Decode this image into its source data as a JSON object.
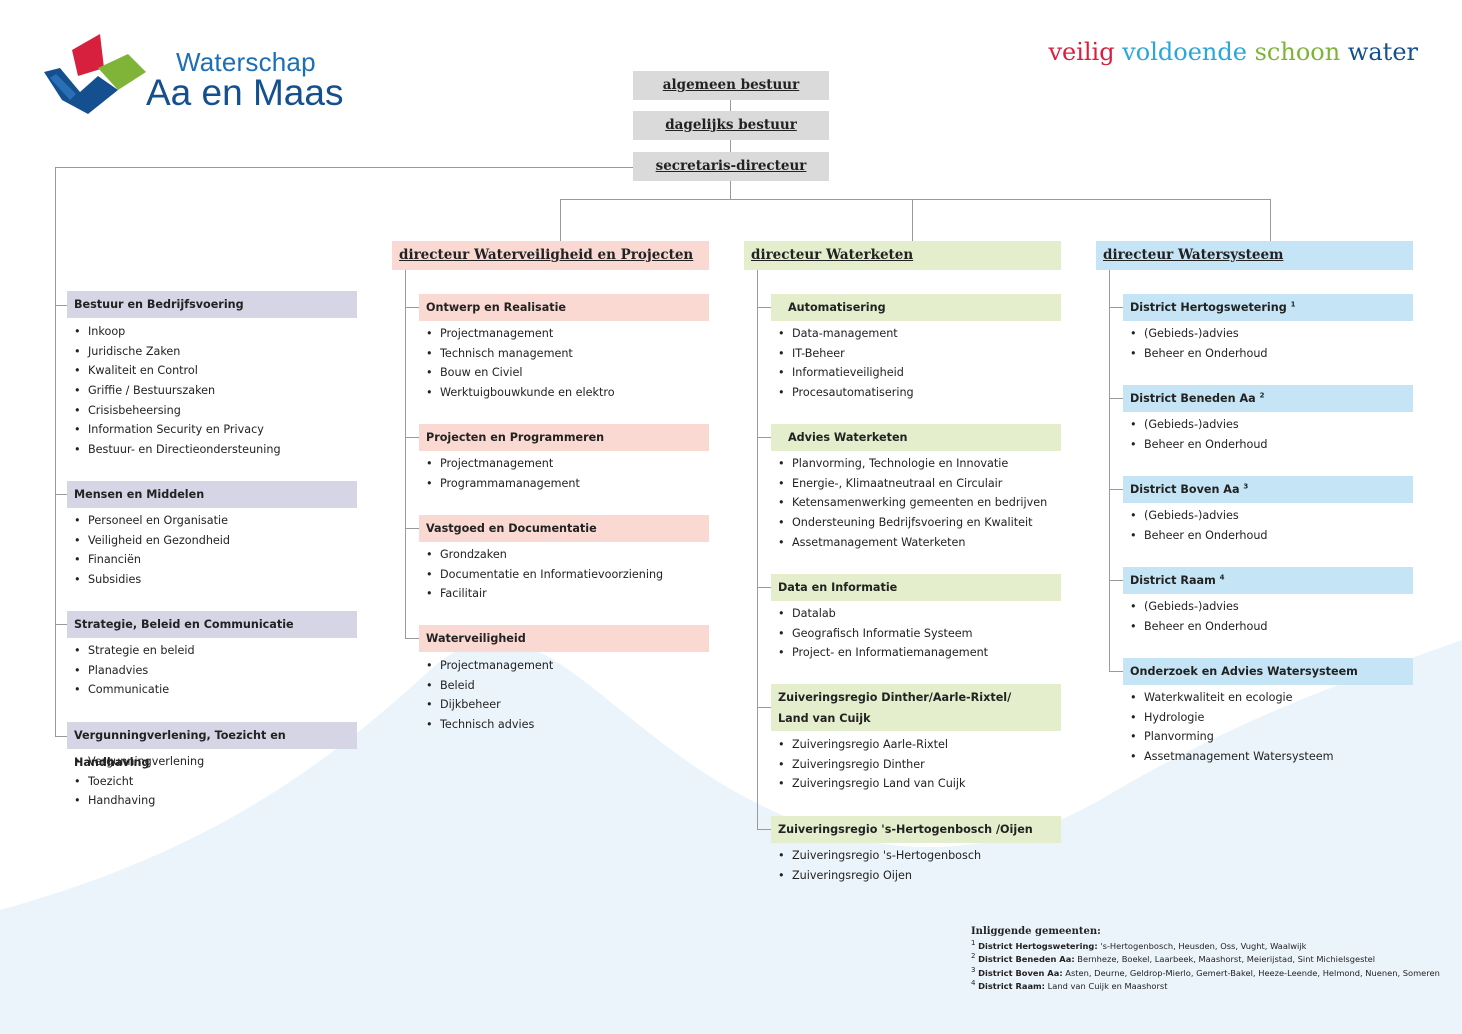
{
  "logo": {
    "line1": "Waterschap",
    "line2": "Aa en Maas"
  },
  "tagline": [
    {
      "text": "veilig",
      "color": "#d7203e"
    },
    {
      "text": "voldoende",
      "color": "#2aa6dc"
    },
    {
      "text": "schoon",
      "color": "#7fb439"
    },
    {
      "text": "water",
      "color": "#14508f"
    }
  ],
  "top": [
    "algemeen bestuur",
    "dagelijks bestuur",
    "secretaris-directeur"
  ],
  "left": [
    {
      "title": "Bestuur en Bedrijfsvoering",
      "items": [
        "Inkoop",
        "Juridische Zaken",
        "Kwaliteit en Control",
        "Griffie / Bestuurszaken",
        "Crisisbeheersing",
        "Information Security en Privacy",
        "Bestuur- en Directieondersteuning"
      ]
    },
    {
      "title": "Mensen en Middelen",
      "items": [
        "Personeel en Organisatie",
        "Veiligheid en Gezondheid",
        "Financiën",
        "Subsidies"
      ]
    },
    {
      "title": "Strategie, Beleid en Communicatie",
      "items": [
        "Strategie en beleid",
        "Planadvies",
        "Communicatie"
      ]
    },
    {
      "title": "Vergunningverlening, Toezicht en Handhaving",
      "items": [
        "Vergunningverlening",
        "Toezicht",
        "Handhaving"
      ]
    }
  ],
  "directors": [
    {
      "title": "directeur Waterveiligheid en Projecten",
      "color": "#fbd9d3",
      "sections": [
        {
          "title": "Ontwerp en Realisatie",
          "items": [
            "Projectmanagement",
            "Technisch management",
            "Bouw en Civiel",
            "Werktuigbouwkunde en elektro"
          ]
        },
        {
          "title": "Projecten en Programmeren",
          "items": [
            "Projectmanagement",
            "Programmamanagement"
          ]
        },
        {
          "title": "Vastgoed en Documentatie",
          "items": [
            "Grondzaken",
            "Documentatie en Informatievoorziening",
            "Facilitair"
          ]
        },
        {
          "title": "Waterveiligheid",
          "items": [
            "Projectmanagement",
            "Beleid",
            "Dijkbeheer",
            "Technisch advies"
          ]
        }
      ]
    },
    {
      "title": "directeur Waterketen",
      "color": "#e4eecd",
      "sections": [
        {
          "title": "Automatisering",
          "items": [
            "Data-management",
            "IT-Beheer",
            "Informatieveiligheid",
            "Procesautomatisering"
          ]
        },
        {
          "title": "Advies Waterketen",
          "items": [
            "Planvorming, Technologie en Innovatie",
            "Energie-, Klimaatneutraal en Circulair",
            "Ketensamenwerking gemeenten en bedrijven",
            "Ondersteuning Bedrijfsvoering en Kwaliteit",
            "Assetmanagement Waterketen"
          ]
        },
        {
          "title": "Data en Informatie",
          "items": [
            "Datalab",
            "Geografisch Informatie Systeem",
            "Project- en Informatiemanagement"
          ]
        },
        {
          "title_line1": "Zuiveringsregio Dinther/Aarle-Rixtel/",
          "title_line2": "Land van Cuijk",
          "items": [
            "Zuiveringsregio Aarle-Rixtel",
            "Zuiveringsregio Dinther",
            "Zuiveringsregio Land van Cuijk"
          ]
        },
        {
          "title": "Zuiveringsregio 's-Hertogenbosch /Oijen",
          "items": [
            "Zuiveringsregio 's-Hertogenbosch",
            "Zuiveringsregio Oijen"
          ]
        }
      ]
    },
    {
      "title": "directeur Watersysteem",
      "color": "#c5e5f6",
      "sections": [
        {
          "title": "District Hertogswetering",
          "sup": "1",
          "items": [
            "(Gebieds-)advies",
            "Beheer en Onderhoud"
          ]
        },
        {
          "title": "District Beneden Aa",
          "sup": "2",
          "items": [
            "(Gebieds-)advies",
            "Beheer en Onderhoud"
          ]
        },
        {
          "title": "District Boven Aa",
          "sup": "3",
          "items": [
            "(Gebieds-)advies",
            "Beheer en Onderhoud"
          ]
        },
        {
          "title": "District Raam",
          "sup": "4",
          "items": [
            "(Gebieds-)advies",
            "Beheer en Onderhoud"
          ]
        },
        {
          "title": "Onderzoek en Advies Watersysteem",
          "items": [
            "Waterkwaliteit en ecologie",
            "Hydrologie",
            "Planvorming",
            "Assetmanagement Watersysteem"
          ]
        }
      ]
    }
  ],
  "footnotes": {
    "heading": "Inliggende gemeenten:",
    "notes": [
      {
        "num": "1",
        "name": "District Hertogswetering:",
        "text": "'s-Hertogenbosch, Heusden, Oss, Vught, Waalwijk"
      },
      {
        "num": "2",
        "name": "District Beneden Aa:",
        "text": "Bernheze, Boekel, Laarbeek, Maashorst, Meierijstad, Sint Michielsgestel"
      },
      {
        "num": "3",
        "name": "District Boven Aa:",
        "text": "Asten, Deurne, Geldrop-Mierlo, Gemert-Bakel, Heeze-Leende, Helmond, Nuenen, Someren"
      },
      {
        "num": "4",
        "name": "District Raam:",
        "text": "Land van Cuijk en Maashorst"
      }
    ]
  }
}
